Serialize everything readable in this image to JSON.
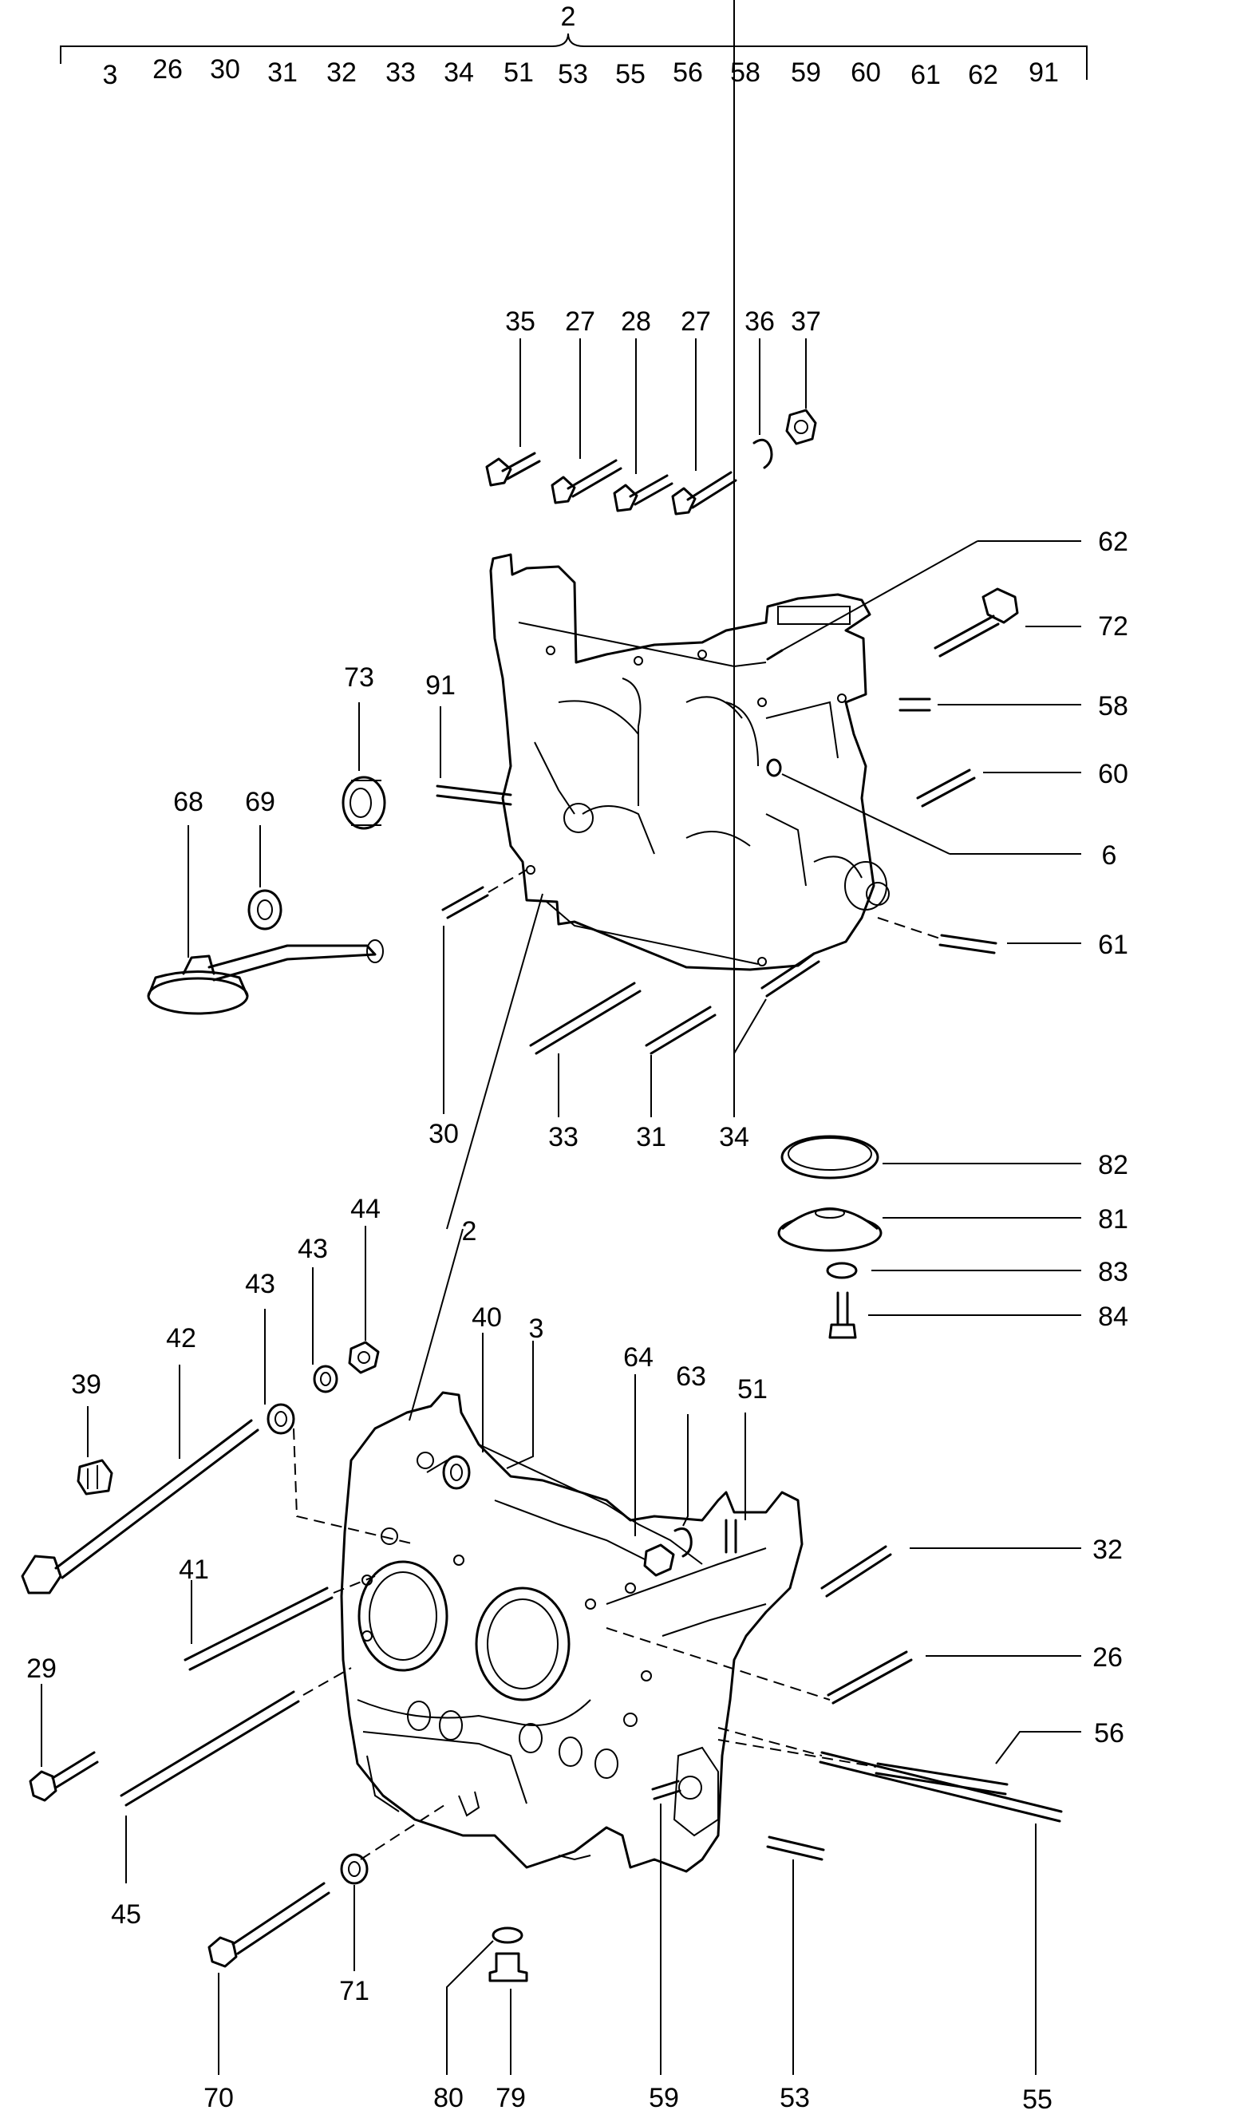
{
  "group_header": {
    "assembly_number": "2",
    "included_parts": [
      "3",
      "26",
      "30",
      "31",
      "32",
      "33",
      "34",
      "51",
      "53",
      "55",
      "56",
      "58",
      "59",
      "60",
      "61",
      "62",
      "91"
    ]
  },
  "callouts": {
    "c2a": "2",
    "c3": "3",
    "c6": "6",
    "c26": "26",
    "c27a": "27",
    "c27b": "27",
    "c28": "28",
    "c29": "29",
    "c30": "30",
    "c31": "31",
    "c32": "32",
    "c33": "33",
    "c34": "34",
    "c35": "35",
    "c36": "36",
    "c37": "37",
    "c39": "39",
    "c40": "40",
    "c41": "41",
    "c42": "42",
    "c43a": "43",
    "c43b": "43",
    "c44": "44",
    "c45": "45",
    "c51": "51",
    "c53": "53",
    "c55": "55",
    "c56": "56",
    "c58": "58",
    "c59": "59",
    "c60": "60",
    "c61": "61",
    "c62": "62",
    "c63": "63",
    "c64": "64",
    "c68": "68",
    "c69": "69",
    "c70": "70",
    "c71": "71",
    "c72": "72",
    "c73": "73",
    "c79": "79",
    "c80": "80",
    "c81": "81",
    "c82": "82",
    "c83": "83",
    "c84": "84",
    "c91": "91"
  }
}
